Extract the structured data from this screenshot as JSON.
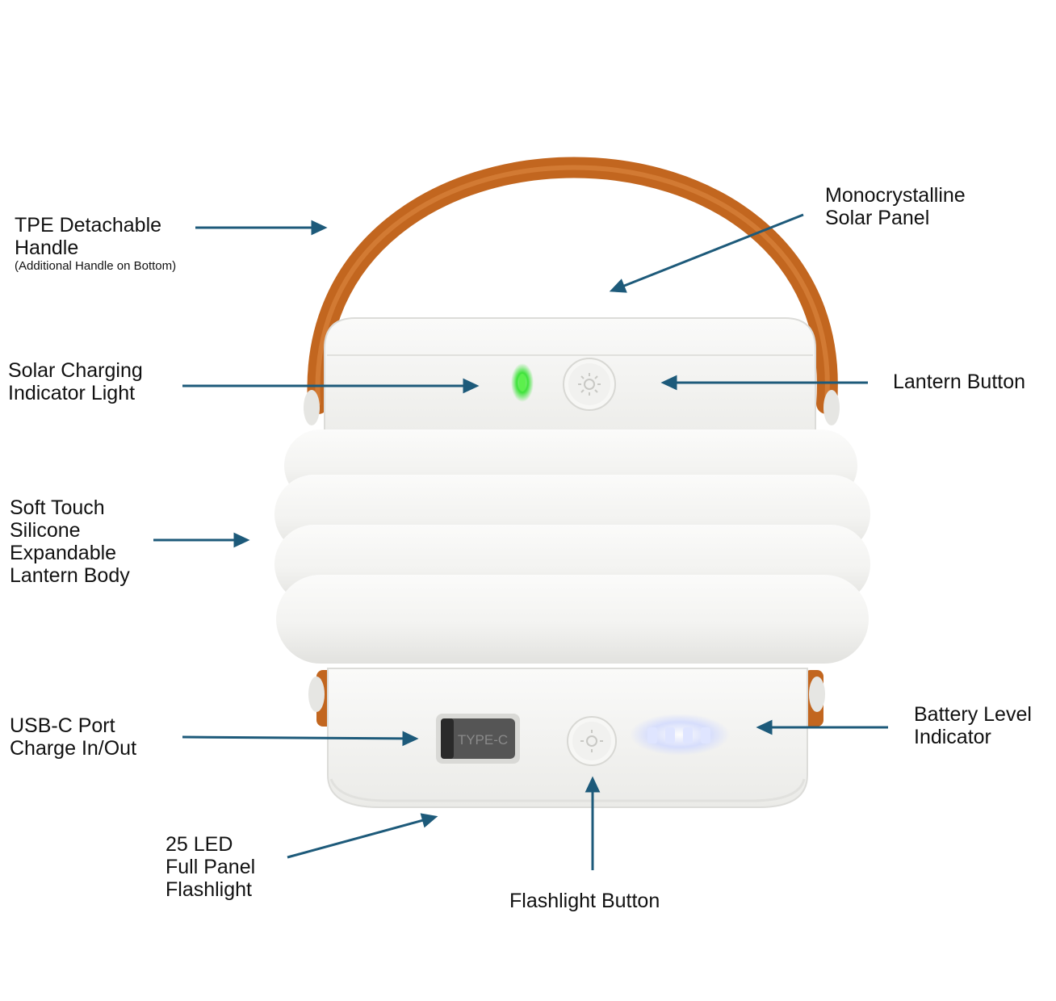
{
  "colors": {
    "arrow": "#1d5a7a",
    "text": "#111111",
    "handle": "#c2661f",
    "body": "#f4f4f2",
    "indicator_green": "#3ee23a",
    "battery_led": "#cfd8ff"
  },
  "labels": {
    "handle": {
      "lines": [
        "TPE Detachable",
        "Handle"
      ],
      "note": "(Additional Handle on Bottom)"
    },
    "solar_panel": {
      "lines": [
        "Monocrystalline",
        "Solar Panel"
      ]
    },
    "charging_indicator": {
      "lines": [
        "Solar Charging",
        "Indicator Light"
      ]
    },
    "lantern_button": {
      "lines": [
        "Lantern Button"
      ]
    },
    "body": {
      "lines": [
        "Soft Touch",
        "Silicone",
        "Expandable",
        "Lantern Body"
      ]
    },
    "usb_port": {
      "lines": [
        "USB-C Port",
        "Charge In/Out"
      ]
    },
    "battery_indicator": {
      "lines": [
        "Battery Level",
        "Indicator"
      ]
    },
    "flashlight": {
      "lines": [
        "25 LED",
        "Full Panel",
        "Flashlight"
      ]
    },
    "flashlight_button": {
      "lines": [
        "Flashlight Button"
      ]
    }
  },
  "port_label": "TYPE-C",
  "icons": {
    "button": "sun-icon",
    "arrow": "arrow-icon"
  }
}
